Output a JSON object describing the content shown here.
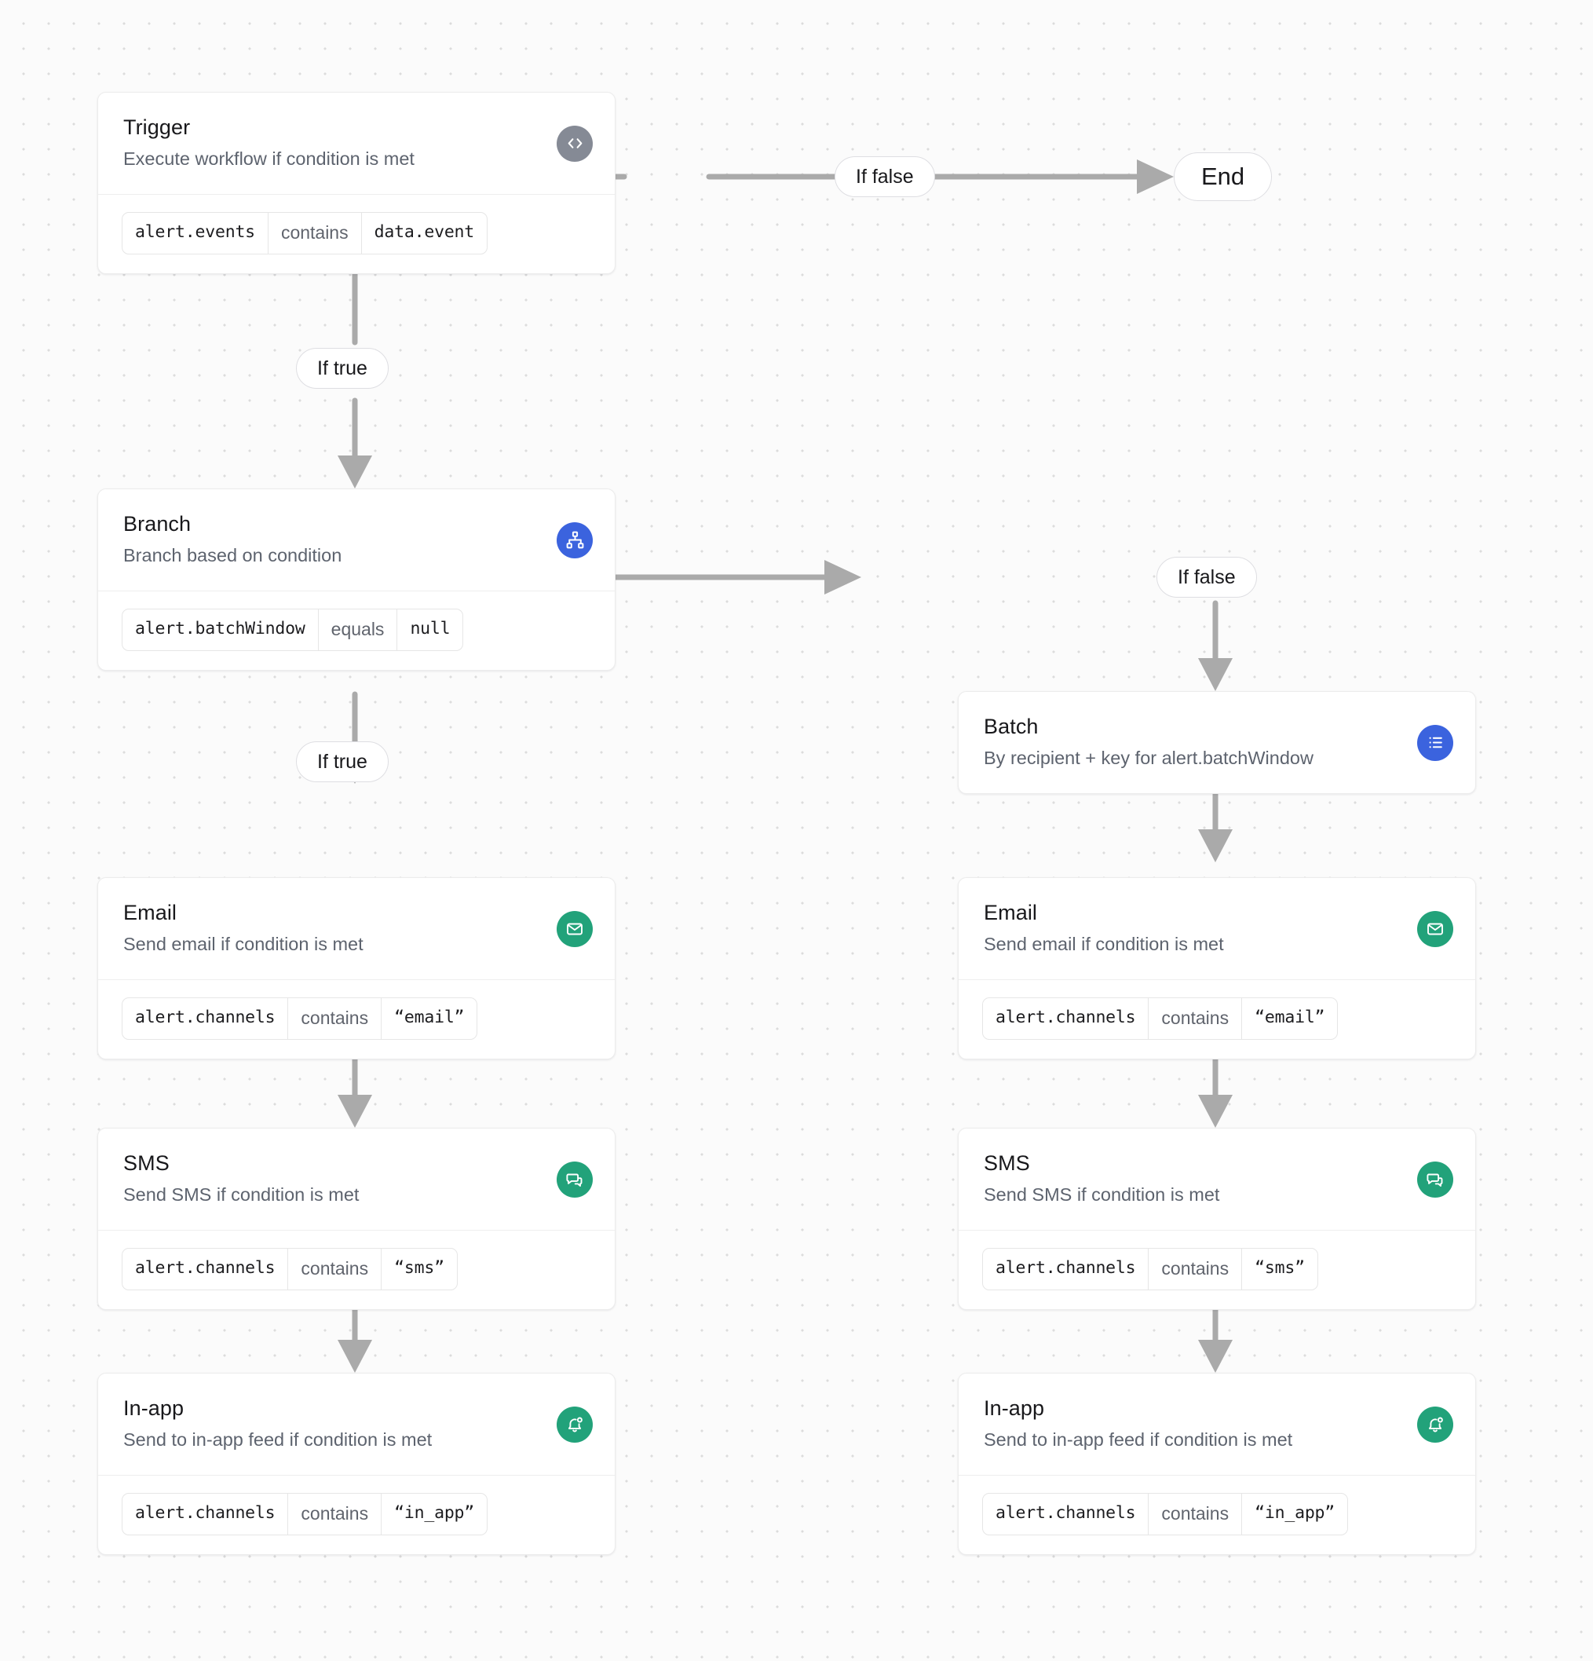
{
  "canvas": {
    "background_color": "#fbfbfb",
    "dot_color": "#dcdcdc",
    "edge_color": "#aaaaaa"
  },
  "colors": {
    "trigger_icon_bg": "#858a95",
    "branch_icon_bg": "#3b63de",
    "batch_icon_bg": "#3b63de",
    "channel_icon_bg": "#22a27a",
    "card_bg": "#ffffff",
    "title_color": "#18181b",
    "subtitle_color": "#5d636e"
  },
  "nodes": {
    "trigger": {
      "title": "Trigger",
      "subtitle": "Execute workflow if condition is met",
      "icon": "code-brackets-icon",
      "condition": {
        "field": "alert.events",
        "operator": "contains",
        "value": "data.event"
      }
    },
    "branch": {
      "title": "Branch",
      "subtitle": "Branch based on condition",
      "icon": "hierarchy-icon",
      "condition": {
        "field": "alert.batchWindow",
        "operator": "equals",
        "value": "null"
      }
    },
    "batch": {
      "title": "Batch",
      "subtitle": "By recipient + key for alert.batchWindow",
      "icon": "list-icon"
    },
    "email_left": {
      "title": "Email",
      "subtitle": "Send email if condition is met",
      "icon": "envelope-icon",
      "condition": {
        "field": "alert.channels",
        "operator": "contains",
        "value": "“email”"
      }
    },
    "sms_left": {
      "title": "SMS",
      "subtitle": "Send SMS if condition is met",
      "icon": "chat-bubble-icon",
      "condition": {
        "field": "alert.channels",
        "operator": "contains",
        "value": "“sms”"
      }
    },
    "inapp_left": {
      "title": "In-app",
      "subtitle": "Send to in-app feed if condition is met",
      "icon": "bell-icon",
      "condition": {
        "field": "alert.channels",
        "operator": "contains",
        "value": "“in_app”"
      }
    },
    "email_right": {
      "title": "Email",
      "subtitle": "Send email if condition is met",
      "icon": "envelope-icon",
      "condition": {
        "field": "alert.channels",
        "operator": "contains",
        "value": "“email”"
      }
    },
    "sms_right": {
      "title": "SMS",
      "subtitle": "Send SMS if condition is met",
      "icon": "chat-bubble-icon",
      "condition": {
        "field": "alert.channels",
        "operator": "contains",
        "value": "“sms”"
      }
    },
    "inapp_right": {
      "title": "In-app",
      "subtitle": "Send to in-app feed if condition is met",
      "icon": "bell-icon",
      "condition": {
        "field": "alert.channels",
        "operator": "contains",
        "value": "“in_app”"
      }
    },
    "end": {
      "label": "End"
    }
  },
  "edges": {
    "trigger_false": "If false",
    "trigger_true": "If true",
    "branch_false": "If false",
    "branch_true": "If true"
  }
}
